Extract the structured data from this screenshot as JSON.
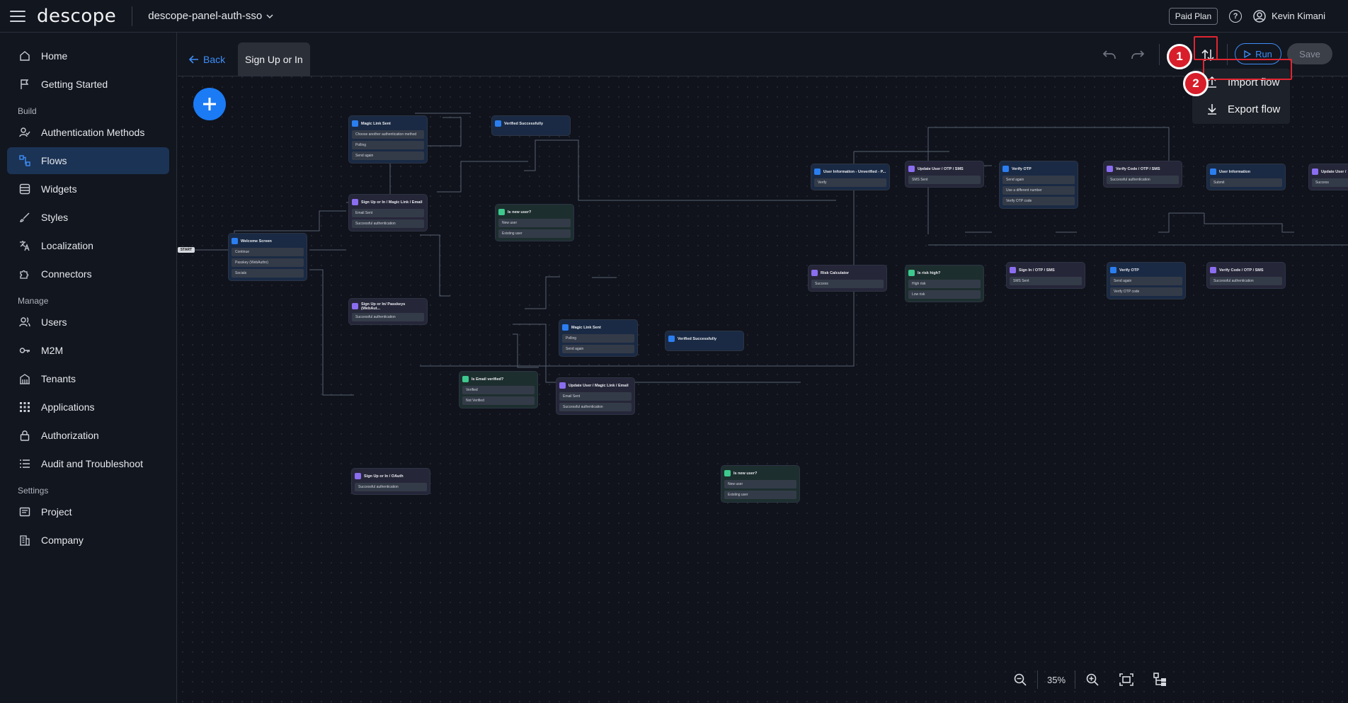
{
  "app": {
    "logo": "descope",
    "project": "descope-panel-auth-sso",
    "plan": "Paid Plan",
    "user": "Kevin Kimani"
  },
  "sidebar": {
    "items": [
      {
        "label": "Home",
        "icon": "home-icon"
      },
      {
        "label": "Getting Started",
        "icon": "flag-icon"
      }
    ],
    "sections": [
      {
        "title": "Build",
        "items": [
          {
            "label": "Authentication Methods",
            "icon": "user-check-icon"
          },
          {
            "label": "Flows",
            "icon": "flows-icon",
            "active": true
          },
          {
            "label": "Widgets",
            "icon": "widgets-icon"
          },
          {
            "label": "Styles",
            "icon": "brush-icon"
          },
          {
            "label": "Localization",
            "icon": "translate-icon"
          },
          {
            "label": "Connectors",
            "icon": "puzzle-icon"
          }
        ]
      },
      {
        "title": "Manage",
        "items": [
          {
            "label": "Users",
            "icon": "users-icon"
          },
          {
            "label": "M2M",
            "icon": "key-icon"
          },
          {
            "label": "Tenants",
            "icon": "building-icon"
          },
          {
            "label": "Applications",
            "icon": "grid-icon"
          },
          {
            "label": "Authorization",
            "icon": "lock-icon"
          },
          {
            "label": "Audit and Troubleshoot",
            "icon": "list-icon"
          }
        ]
      },
      {
        "title": "Settings",
        "items": [
          {
            "label": "Project",
            "icon": "folder-icon"
          },
          {
            "label": "Company",
            "icon": "company-icon"
          }
        ]
      }
    ]
  },
  "flowbar": {
    "back": "Back",
    "tab": "Sign Up or In",
    "run": "Run",
    "save": "Save"
  },
  "menu": {
    "import": "Import flow",
    "export": "Export flow"
  },
  "annotations": {
    "badge1": "1",
    "badge2": "2",
    "highlight_color": "#e02530"
  },
  "zoom": {
    "level": "35%"
  },
  "canvas": {
    "start": "START",
    "nodes": [
      {
        "id": "welcome",
        "type": "screen",
        "title": "Welcome Screen",
        "rows": [
          "Continue",
          "Passkey (WebAuthn)",
          "Socials"
        ]
      },
      {
        "id": "magic1",
        "type": "screen",
        "title": "Magic Link Sent",
        "rows": [
          "Choose another authentication method",
          "Polling",
          "Send again"
        ]
      },
      {
        "id": "verified1",
        "type": "screen",
        "title": "Verified Successfully",
        "rows": []
      },
      {
        "id": "signup-magic",
        "type": "action",
        "title": "Sign Up or In / Magic Link / Email",
        "rows": [
          "Email Sent",
          "Successful authentication"
        ]
      },
      {
        "id": "isnew1",
        "type": "cond",
        "title": "Is new user?",
        "rows": [
          "New user",
          "Existing user"
        ]
      },
      {
        "id": "signup-passkey",
        "type": "action",
        "title": "Sign Up or In/ Passkeys (WebAut...",
        "rows": [
          "Successful authentication"
        ]
      },
      {
        "id": "magic2",
        "type": "screen",
        "title": "Magic Link Sent",
        "rows": [
          "Polling",
          "Send again"
        ]
      },
      {
        "id": "verified2",
        "type": "screen",
        "title": "Verified Successfully",
        "rows": []
      },
      {
        "id": "isemail",
        "type": "cond",
        "title": "Is Email verified?",
        "rows": [
          "Verified",
          "Not Verified"
        ]
      },
      {
        "id": "update-magic",
        "type": "action",
        "title": "Update User / Magic Link / Email",
        "rows": [
          "Email Sent",
          "Successful authentication"
        ]
      },
      {
        "id": "oauth",
        "type": "action",
        "title": "Sign Up or In / OAuth",
        "rows": [
          "Successful authentication"
        ]
      },
      {
        "id": "isnew2",
        "type": "cond",
        "title": "Is new user?",
        "rows": [
          "New user",
          "Existing user"
        ]
      },
      {
        "id": "userinfo1",
        "type": "screen",
        "title": "User Information - Unverified - P...",
        "rows": [
          "Verify"
        ]
      },
      {
        "id": "update-otp",
        "type": "action",
        "title": "Update User / OTP / SMS",
        "rows": [
          "SMS Sent"
        ]
      },
      {
        "id": "verify-otp1",
        "type": "screen",
        "title": "Verify OTP",
        "rows": [
          "Send again",
          "Use a different number",
          "Verify OTP code"
        ]
      },
      {
        "id": "verify-code1",
        "type": "action",
        "title": "Verify Code / OTP / SMS",
        "rows": [
          "Successful authentication"
        ]
      },
      {
        "id": "userinfo2",
        "type": "screen",
        "title": "User Information",
        "rows": [
          "Submit"
        ]
      },
      {
        "id": "update-user",
        "type": "action",
        "title": "Update User /",
        "rows": [
          "Success"
        ]
      },
      {
        "id": "risk",
        "type": "action",
        "title": "Risk Calculator",
        "rows": [
          "Success"
        ]
      },
      {
        "id": "isrisk",
        "type": "cond",
        "title": "Is risk high?",
        "rows": [
          "High risk",
          "Low risk"
        ]
      },
      {
        "id": "signin-otp",
        "type": "action",
        "title": "Sign In / OTP / SMS",
        "rows": [
          "SMS Sent"
        ]
      },
      {
        "id": "verify-otp2",
        "type": "screen",
        "title": "Verify OTP",
        "rows": [
          "Send again",
          "Verify OTP code"
        ]
      },
      {
        "id": "verify-code2",
        "type": "action",
        "title": "Verify Code / OTP / SMS",
        "rows": [
          "Successful authentication"
        ]
      }
    ]
  }
}
